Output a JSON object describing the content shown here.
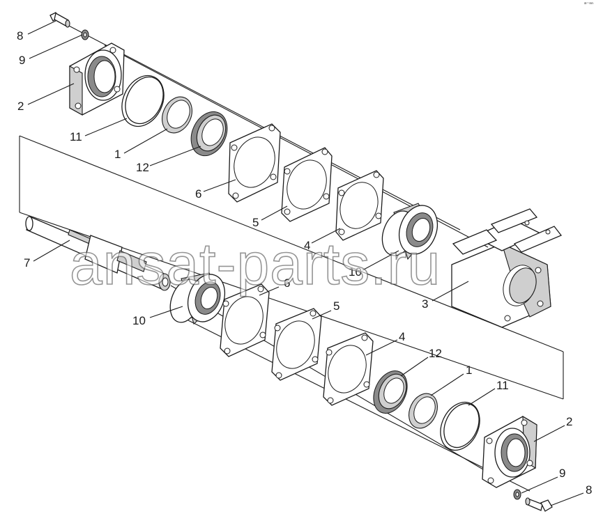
{
  "labels": {
    "top_8": "8",
    "top_9": "9",
    "top_2": "2",
    "top_11": "11",
    "top_1": "1",
    "top_12": "12",
    "top_6": "6",
    "top_5": "5",
    "top_4": "4",
    "top_10": "10",
    "shaft_7": "7",
    "housing_3": "3",
    "bot_10": "10",
    "bot_6": "6",
    "bot_5": "5",
    "bot_4": "4",
    "bot_12": "12",
    "bot_1": "1",
    "bot_11": "11",
    "bot_2": "2",
    "bot_9": "9",
    "bot_8": "8"
  },
  "watermark": "ansat-parts.ru",
  "corner_mark": "ᵃ⁻ⁿⁿ"
}
